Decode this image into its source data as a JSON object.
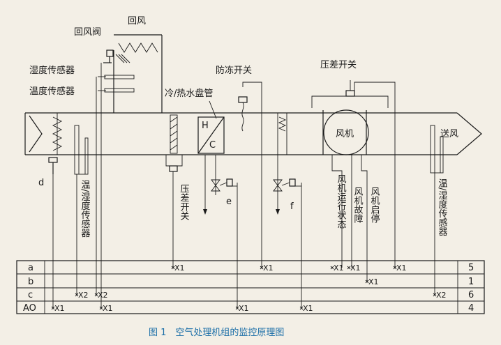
{
  "labels": {
    "return_air": "回风",
    "return_damper": "回风阀",
    "humidity_sensor_1": "湿度传感器",
    "temp_sensor": "温度传感器",
    "coil": "冷/热水盘管",
    "coil_h": "H",
    "coil_c": "C",
    "antifreeze": "防冻开关",
    "diff_pressure_top": "压差开关",
    "fan": "风机",
    "supply_air": "送风",
    "d": "d",
    "e": "e",
    "f": "f",
    "th_sensor_left": "温/湿度传感器",
    "diff_pressure_filter": "压差开关",
    "fan_run": "风机运行状态",
    "fan_fault": "风机故障",
    "fan_startstop": "风机启停",
    "th_sensor_right": "温/湿度传感器"
  },
  "table": {
    "rows": [
      {
        "name": "a",
        "total": "5"
      },
      {
        "name": "b",
        "total": "1"
      },
      {
        "name": "c",
        "total": "6"
      },
      {
        "name": "AO",
        "total": "4"
      }
    ],
    "marks": {
      "x1": "X1",
      "x2": "X2"
    }
  },
  "caption": "图 1　空气处理机组的监控原理图"
}
